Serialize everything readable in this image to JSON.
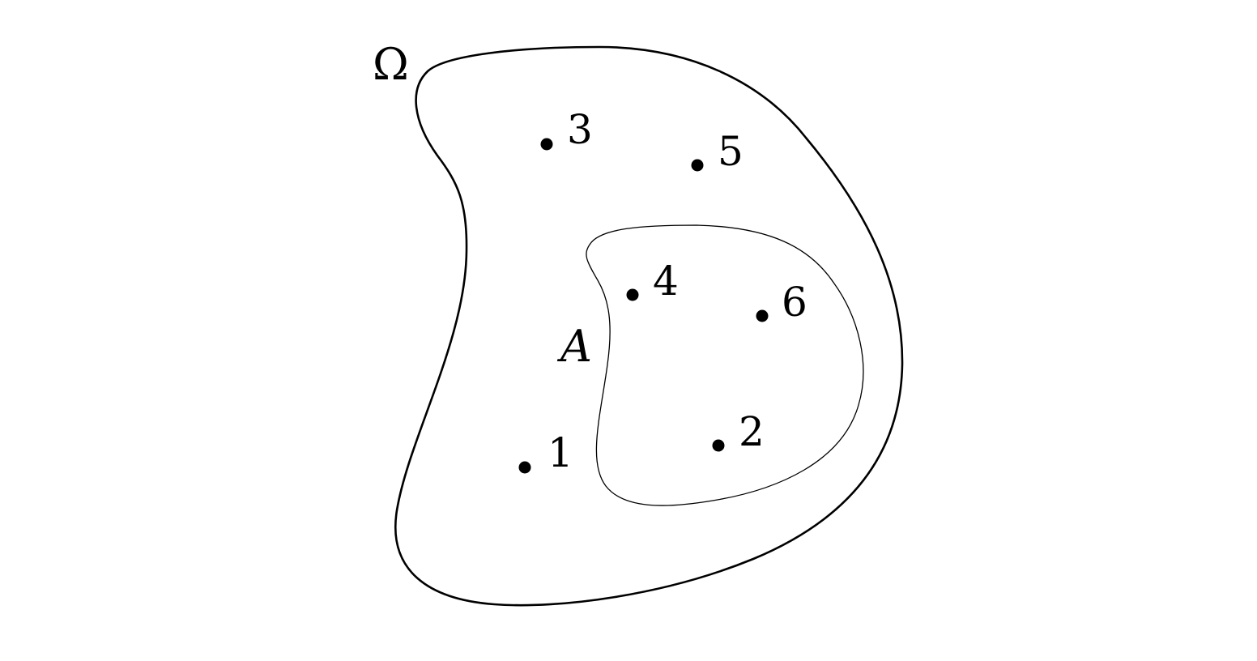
{
  "diagram": {
    "outer_set": {
      "label": "Ω"
    },
    "inner_set": {
      "label": "A"
    },
    "points": [
      {
        "label": "1",
        "in_A": false
      },
      {
        "label": "2",
        "in_A": true
      },
      {
        "label": "3",
        "in_A": false
      },
      {
        "label": "4",
        "in_A": true
      },
      {
        "label": "5",
        "in_A": false
      },
      {
        "label": "6",
        "in_A": true
      }
    ],
    "colors": {
      "stroke": "#000000",
      "background": "#ffffff"
    }
  }
}
